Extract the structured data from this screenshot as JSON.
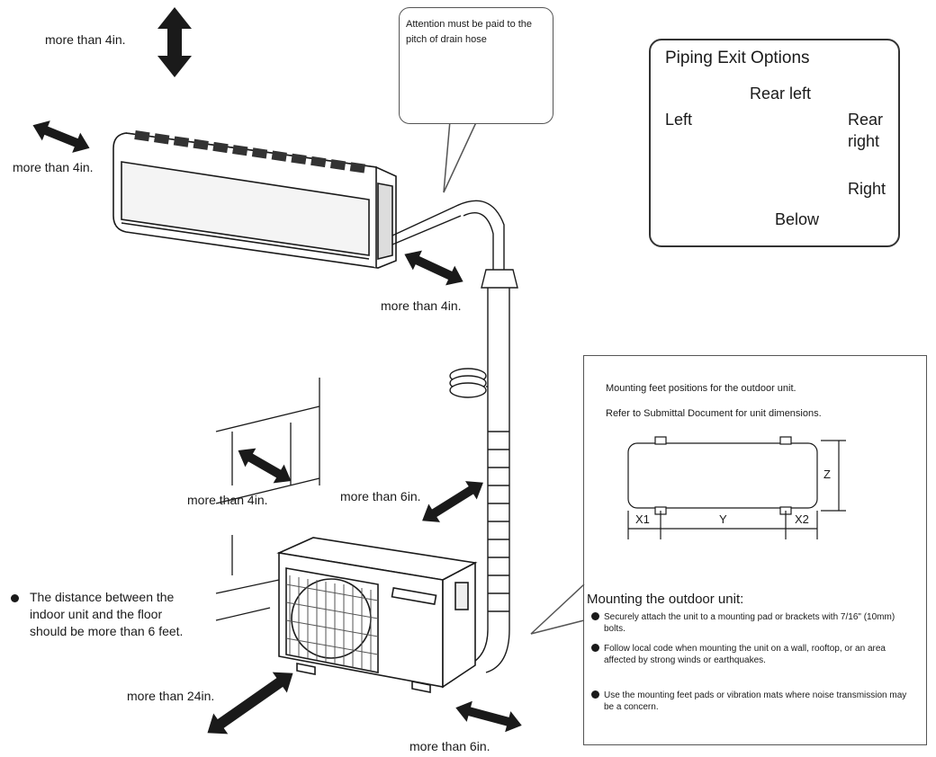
{
  "clearances": {
    "top": "more than 4in.",
    "left": "more than 4in.",
    "right_side": "more than 4in.",
    "outdoor_wall": "more than 4in.",
    "outdoor_top": "more than 6in.",
    "outdoor_front": "more than 24in.",
    "outdoor_right": "more than 6in."
  },
  "drain_note": "Attention must be paid to the pitch of drain hose",
  "piping": {
    "title": "Piping Exit Options",
    "rear_left": "Rear left",
    "left": "Left",
    "rear_right": "Rear right",
    "right": "Right",
    "below": "Below"
  },
  "height_note": "The distance between the indoor unit and the floor should be more than 6 feet.",
  "mounting": {
    "feet_positions": "Mounting feet positions for the outdoor unit.",
    "refer": "Refer to Submittal Document for unit dimensions.",
    "dims": {
      "x1": "X1",
      "y": "Y",
      "x2": "X2",
      "z": "Z"
    },
    "heading": "Mounting the outdoor unit:",
    "bullets": [
      "Securely attach the unit to a mounting pad or brackets with 7/16\" (10mm) bolts.",
      "Follow local code when mounting the unit on a wall, rooftop, or an area affected by strong winds or earthquakes.",
      "Use the mounting feet pads or vibration mats where noise transmission may be a concern."
    ]
  }
}
